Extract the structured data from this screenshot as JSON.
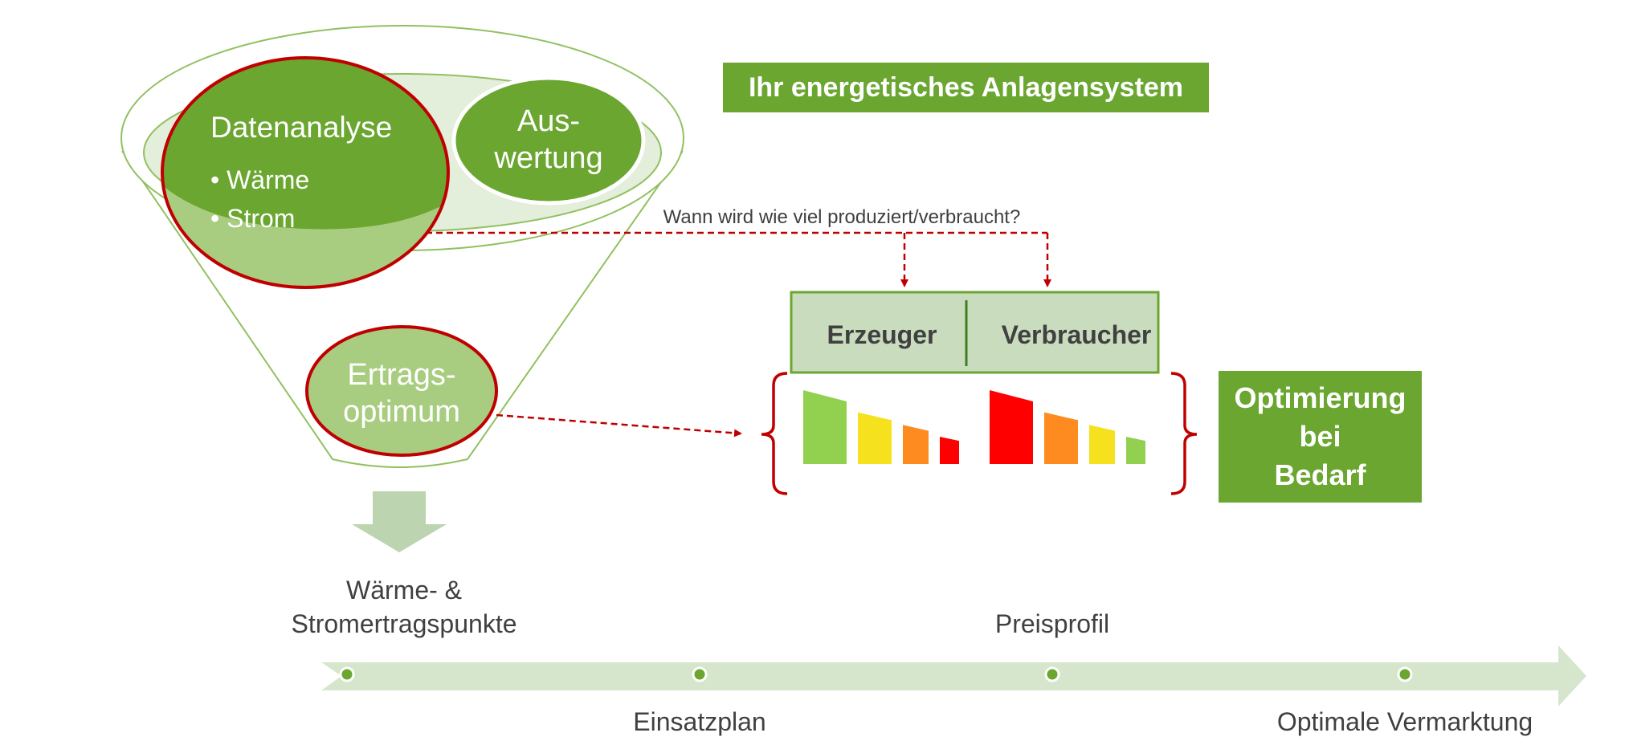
{
  "title_box": {
    "label": "Ihr energetisches Anlagensystem"
  },
  "funnel": {
    "analysis": {
      "title": "Datenanalyse",
      "bullets": [
        "Wärme",
        "Strom"
      ]
    },
    "evaluation": {
      "line1": "Aus-",
      "line2": "wertung"
    },
    "yield": {
      "line1": "Ertrags-",
      "line2": "optimum"
    }
  },
  "question": "Wann wird wie viel produziert/verbraucht?",
  "table": {
    "producer_label": "Erzeuger",
    "consumer_label": "Verbraucher"
  },
  "producer_bars": [
    {
      "level": 1.0,
      "color": "#92d050"
    },
    {
      "level": 0.7,
      "color": "#f5e11e"
    },
    {
      "level": 0.53,
      "color": "#fd8b20"
    },
    {
      "level": 0.37,
      "color": "#ff0000"
    }
  ],
  "consumer_bars": [
    {
      "level": 1.0,
      "color": "#ff0000"
    },
    {
      "level": 0.7,
      "color": "#fd8b20"
    },
    {
      "level": 0.53,
      "color": "#f5e11e"
    },
    {
      "level": 0.37,
      "color": "#92d050"
    }
  ],
  "optimization_box": {
    "line1": "Optimierung",
    "line2": "bei",
    "line3": "Bedarf"
  },
  "timeline": {
    "top_labels": {
      "heat_power_line1": "Wärme- &",
      "heat_power_line2": "Stromertragspunkte",
      "price_profile": "Preisprofil"
    },
    "bottom_labels": {
      "deployment_plan": "Einsatzplan",
      "optimal_marketing": "Optimale Vermarktung"
    }
  },
  "colors": {
    "dark_green": "#6aa630",
    "light_green": "#a9cd80",
    "pale_green": "#d6e6cc",
    "red_outline": "#c00000",
    "table_fill": "#c9ddbe",
    "text_dark": "#404040"
  }
}
